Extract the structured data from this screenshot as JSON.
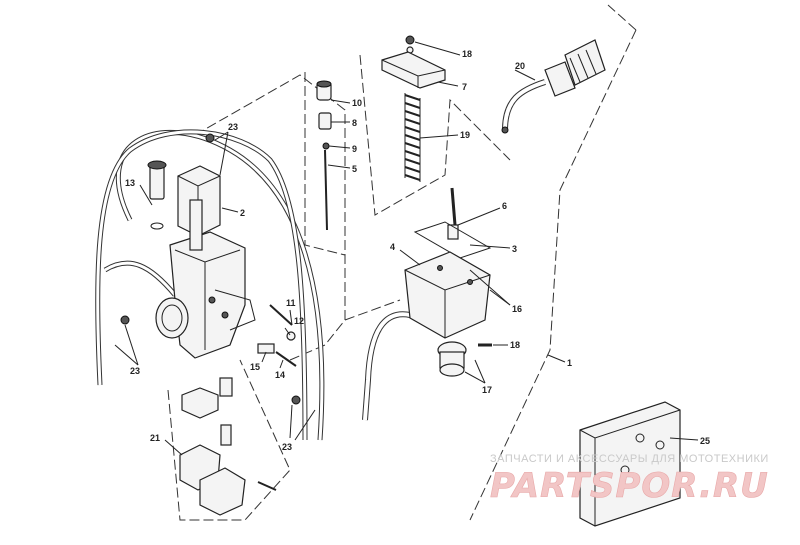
{
  "callouts": {
    "c1": "1",
    "c2": "2",
    "c3": "3",
    "c4": "4",
    "c5": "5",
    "c6": "6",
    "c7": "7",
    "c8": "8",
    "c9": "9",
    "c10": "10",
    "c11": "11",
    "c12": "12",
    "c13": "13",
    "c14": "14",
    "c15": "15",
    "c16": "16",
    "c17": "17",
    "c18a": "18",
    "c18b": "18",
    "c19": "19",
    "c20": "20",
    "c21": "21",
    "c23a": "23",
    "c23b": "23",
    "c23c": "23",
    "c25": "25"
  },
  "watermark": {
    "tagline": "ЗАПЧАСТИ И АКСЕССУАРЫ ДЛЯ МОТОТЕХНИКИ",
    "brand": "PARTSPOR.RU"
  },
  "colors": {
    "line": "#222222",
    "watermark": "#f2c6c6",
    "background": "#ffffff"
  }
}
